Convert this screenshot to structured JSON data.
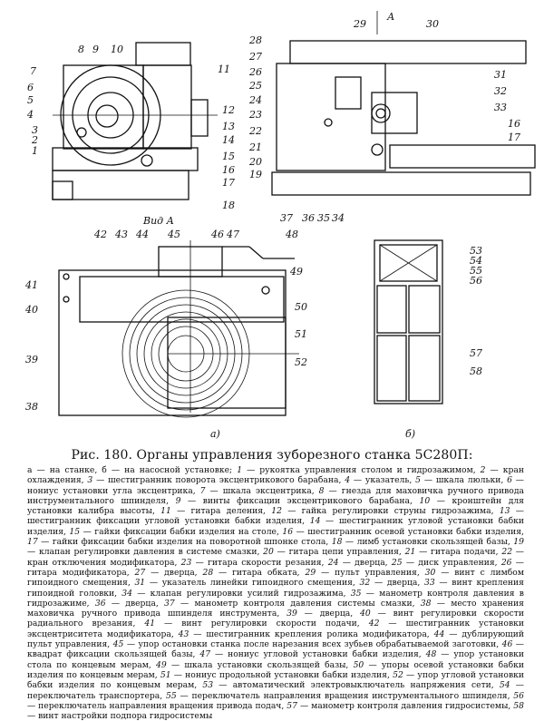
{
  "figure": {
    "caption": "Рис. 180. Органы управления зуборезного станка 5С280П:",
    "view_label": "Вид А",
    "arrow_label": "А",
    "subfigure_a": "а)",
    "subfigure_b": "б)",
    "callouts": [
      "1",
      "2",
      "3",
      "4",
      "5",
      "6",
      "7",
      "8",
      "9",
      "10",
      "11",
      "12",
      "13",
      "14",
      "15",
      "16",
      "17",
      "18",
      "19",
      "20",
      "21",
      "22",
      "23",
      "24",
      "25",
      "26",
      "27",
      "28",
      "29",
      "30",
      "31",
      "32",
      "33",
      "34",
      "35",
      "36",
      "37",
      "38",
      "39",
      "40",
      "41",
      "42",
      "43",
      "44",
      "45",
      "46",
      "47",
      "48",
      "49",
      "50",
      "51",
      "52",
      "53",
      "54",
      "55",
      "56",
      "57",
      "58"
    ],
    "legend_intro": "а — на станке, б — на насосной установке;",
    "legend": [
      {
        "n": "1",
        "t": "рукоятка управления столом и гидрозажимом,"
      },
      {
        "n": "2",
        "t": "кран охлаждения,"
      },
      {
        "n": "3",
        "t": "шестигранник поворота эксцентрикового барабана,"
      },
      {
        "n": "4",
        "t": "указатель,"
      },
      {
        "n": "5",
        "t": "шкала люльки,"
      },
      {
        "n": "6",
        "t": "нониус установки угла эксцентрика,"
      },
      {
        "n": "7",
        "t": "шкала эксцентрика,"
      },
      {
        "n": "8",
        "t": "гнезда для маховичка ручного привода инструментального шпинделя,"
      },
      {
        "n": "9",
        "t": "винты фиксации эксцентрикового барабана,"
      },
      {
        "n": "10",
        "t": "кронштейн для установки калибра высоты,"
      },
      {
        "n": "11",
        "t": "гитара деления,"
      },
      {
        "n": "12",
        "t": "гайка регулировки струны гидрозажима,"
      },
      {
        "n": "13",
        "t": "шестигранник фиксации угловой установки бабки изделия,"
      },
      {
        "n": "14",
        "t": "шестигранник угловой установки бабки изделия,"
      },
      {
        "n": "15",
        "t": "гайки фиксации бабки изделия на столе,"
      },
      {
        "n": "16",
        "t": "шестигранник осевой установки бабки изделия,"
      },
      {
        "n": "17",
        "t": "гайки фиксации бабки изделия на поворотной шпонке стола,"
      },
      {
        "n": "18",
        "t": "лимб установки скользящей базы,"
      },
      {
        "n": "19",
        "t": "клапан регулировки давления в системе смазки,"
      },
      {
        "n": "20",
        "t": "гитара цепи управления,"
      },
      {
        "n": "21",
        "t": "гитара подачи,"
      },
      {
        "n": "22",
        "t": "кран отключения модификатора,"
      },
      {
        "n": "23",
        "t": "гитара скорости резания,"
      },
      {
        "n": "24",
        "t": "дверца,"
      },
      {
        "n": "25",
        "t": "диск управления,"
      },
      {
        "n": "26",
        "t": "гитара модификатора,"
      },
      {
        "n": "27",
        "t": "дверца,"
      },
      {
        "n": "28",
        "t": "гитара обката,"
      },
      {
        "n": "29",
        "t": "пульт управления,"
      },
      {
        "n": "30",
        "t": "винт с лимбом гипоидного смещения,"
      },
      {
        "n": "31",
        "t": "указатель линейки гипоидного смещения,"
      },
      {
        "n": "32",
        "t": "дверца,"
      },
      {
        "n": "33",
        "t": "винт крепления гипоидной головки,"
      },
      {
        "n": "34",
        "t": "клапан регулировки усилий гидрозажима,"
      },
      {
        "n": "35",
        "t": "манометр контроля давления в гидрозажиме,"
      },
      {
        "n": "36",
        "t": "дверца,"
      },
      {
        "n": "37",
        "t": "манометр контроля давления системы смазки,"
      },
      {
        "n": "38",
        "t": "место хранения маховичка ручного привода шпинделя инструмента,"
      },
      {
        "n": "39",
        "t": "дверца,"
      },
      {
        "n": "40",
        "t": "винт регулировки скорости радиального врезания,"
      },
      {
        "n": "41",
        "t": "винт регулировки скорости подачи,"
      },
      {
        "n": "42",
        "t": "шестигранник установки эксцентриситета модификатора,"
      },
      {
        "n": "43",
        "t": "шестигранник крепления ролика модификатора,"
      },
      {
        "n": "44",
        "t": "дублирующий пульт управления,"
      },
      {
        "n": "45",
        "t": "упор остановки станка после нарезания всех зубьев обрабатываемой заготовки,"
      },
      {
        "n": "46",
        "t": "квадрат фиксации скользящей базы,"
      },
      {
        "n": "47",
        "t": "нониус угловой установки бабки изделия,"
      },
      {
        "n": "48",
        "t": "упор установки стола по концевым мерам,"
      },
      {
        "n": "49",
        "t": "шкала установки скользящей базы,"
      },
      {
        "n": "50",
        "t": "упоры осевой установки бабки изделия по концевым мерам,"
      },
      {
        "n": "51",
        "t": "нониус продольной установки бабки изделия,"
      },
      {
        "n": "52",
        "t": "упор угловой установки бабки изделия по концевым мерам,"
      },
      {
        "n": "53",
        "t": "автоматический электровыключатель напряжения сети,"
      },
      {
        "n": "54",
        "t": "переключатель транспортера,"
      },
      {
        "n": "55",
        "t": "переключатель направления вращения инструментального шпинделя,"
      },
      {
        "n": "56",
        "t": "переключатель направления вращения привода подач,"
      },
      {
        "n": "57",
        "t": "манометр контроля давления гидросистемы,"
      },
      {
        "n": "58",
        "t": "винт настройки подпора гидросистемы"
      }
    ]
  }
}
